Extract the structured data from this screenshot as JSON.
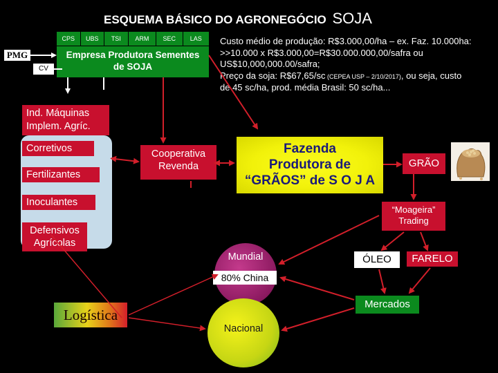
{
  "title": {
    "main": "ESQUEMA BÁSICO DO AGRONEGÓCIO",
    "big": "SOJA"
  },
  "stages": [
    "CPS",
    "UBS",
    "TSI",
    "ARM",
    "SEC",
    "LAS"
  ],
  "pmg": "PMG",
  "cv": "CV",
  "empresa": {
    "line1": "Empresa Produtora Sementes",
    "line2": "de SOJA"
  },
  "info": {
    "line1": "Custo médio de produção: R$3.000,00/ha – ex. Faz. 10.000ha:",
    "line2": ">>10.000 x R$3.000,00=R$30.000.000,00/safra ou",
    "line3": "US$10,000,000.00/safra;",
    "line4_a": "Preço da soja: R$67,65/sc",
    "line4_small": " (CEPEA USP – 2/10/2017)",
    "line4_b": ", ou seja, custo",
    "line5": "de 45 sc/ha, prod. média Brasil: 50 sc/ha..."
  },
  "ind_maquinas": {
    "line1": "Ind. Máquinas",
    "line2": "Implem. Agríc."
  },
  "insumos": {
    "corretivos": "Corretivos",
    "fertilizantes": "Fertilizantes",
    "inoculantes": "Inoculantes",
    "defensivos_1": "Defensivos",
    "defensivos_2": "Agrícolas"
  },
  "cooperativa": {
    "line1": "Cooperativa",
    "line2": "Revenda"
  },
  "fazenda": {
    "line1": "Fazenda",
    "line2": "Produtora de",
    "line3": "“GRÃOS” de S O J A"
  },
  "grao": "GRÃO",
  "moageira": {
    "line1": "“Moageira”",
    "line2": "Trading"
  },
  "mundial": "Mundial",
  "china": "80% China",
  "nacional": "Nacional",
  "logistica": "Logística",
  "oleo": "ÓLEO",
  "farelo": "FARELO",
  "mercados": "Mercados",
  "colors": {
    "green": "#0b8a1e",
    "red": "#c8102e",
    "yellow": "#f2f20a",
    "magenta": "#8c1a60",
    "panel": "#c6dbe9",
    "arrow": "#d21f2a"
  },
  "icons": {
    "sack": "grain-sack-icon"
  }
}
